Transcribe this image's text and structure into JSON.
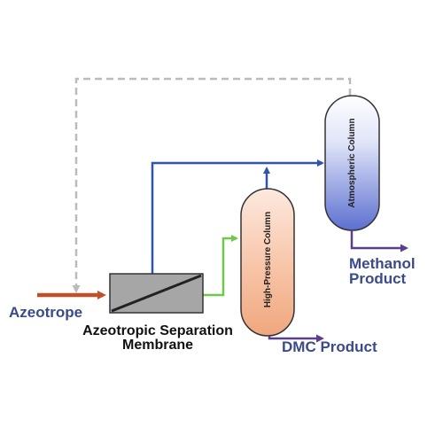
{
  "labels": {
    "azeotrope": "Azeotrope",
    "membrane_line1": "Azeotropic Separation",
    "membrane_line2": "Membrane",
    "high_pressure_column": "High-Pressure Column",
    "atmospheric_column": "Atmospheric Column",
    "methanol_line1": "Methanol",
    "methanol_line2": "Product",
    "dmc_product": "DMC Product"
  },
  "colors": {
    "feed_arrow": "#c0502a",
    "blue_stream": "#2f55a8",
    "green_stream": "#6fc84a",
    "recycle_dashed": "#bbbbbb",
    "product_arrow": "#5b3e8c",
    "label_blue": "#3b4a8a",
    "membrane_fill": "#a6a6a6",
    "hp_column_top": "#fde9df",
    "hp_column_bottom": "#f0a77e",
    "atm_column_top": "#ffffff",
    "atm_column_bottom": "#5c6fd0"
  }
}
